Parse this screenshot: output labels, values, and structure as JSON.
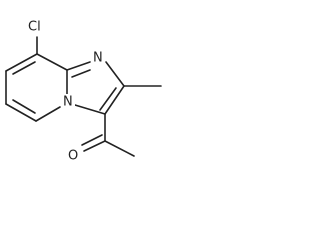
{
  "atoms": {
    "chlorine": "Cl",
    "nitrogen_imidazole": "N",
    "nitrogen_bridgehead": "N",
    "oxygen": "O"
  },
  "colors": {
    "bond": "#222222",
    "background": "#ffffff"
  }
}
